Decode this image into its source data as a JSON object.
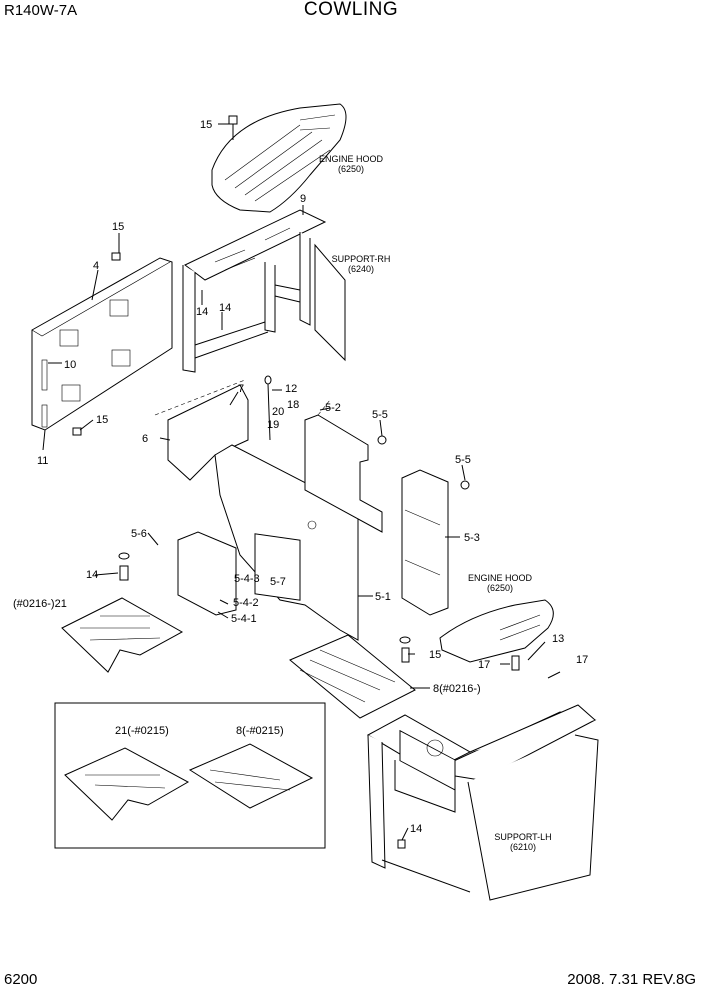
{
  "header": {
    "model": "R140W-7A",
    "title": "COWLING"
  },
  "footer": {
    "page_number": "6200",
    "date_rev": "2008. 7.31  REV.8G"
  },
  "callouts": {
    "engine_hood_top": [
      "ENGINE HOOD",
      "(6250)"
    ],
    "support_rh": [
      "SUPPORT-RH",
      "(6240)"
    ],
    "engine_hood_right": [
      "ENGINE HOOD",
      "(6250)"
    ],
    "support_lh": [
      "SUPPORT-LH",
      "(6210)"
    ]
  },
  "part_labels": {
    "p15_top": "15",
    "p9": "9",
    "p15_left": "15",
    "p4": "4",
    "p14_a": "14",
    "p14_b": "14",
    "p10": "10",
    "p15_low": "15",
    "p11": "11",
    "p7": "7",
    "p12": "12",
    "p18": "18",
    "p20": "20",
    "p19": "19",
    "p6": "6",
    "p5_2": "5-2",
    "p5_5_a": "5-5",
    "p5_5_b": "5-5",
    "p5_6": "5-6",
    "p5_3": "5-3",
    "p14_c": "14",
    "p5_4_3": "5-4-3",
    "p5_7": "5-7",
    "p5_4_2": "5-4-2",
    "p5_1": "5-1",
    "p21_new": "(#0216-)21",
    "p5_4_1": "5-4-1",
    "p13": "13",
    "p15_right": "15",
    "p17_a": "17",
    "p17_b": "17",
    "p8_new": "8(#0216-)",
    "p21_old": "21(-#0215)",
    "p8_old": "8(-#0215)",
    "p14_d": "14"
  }
}
